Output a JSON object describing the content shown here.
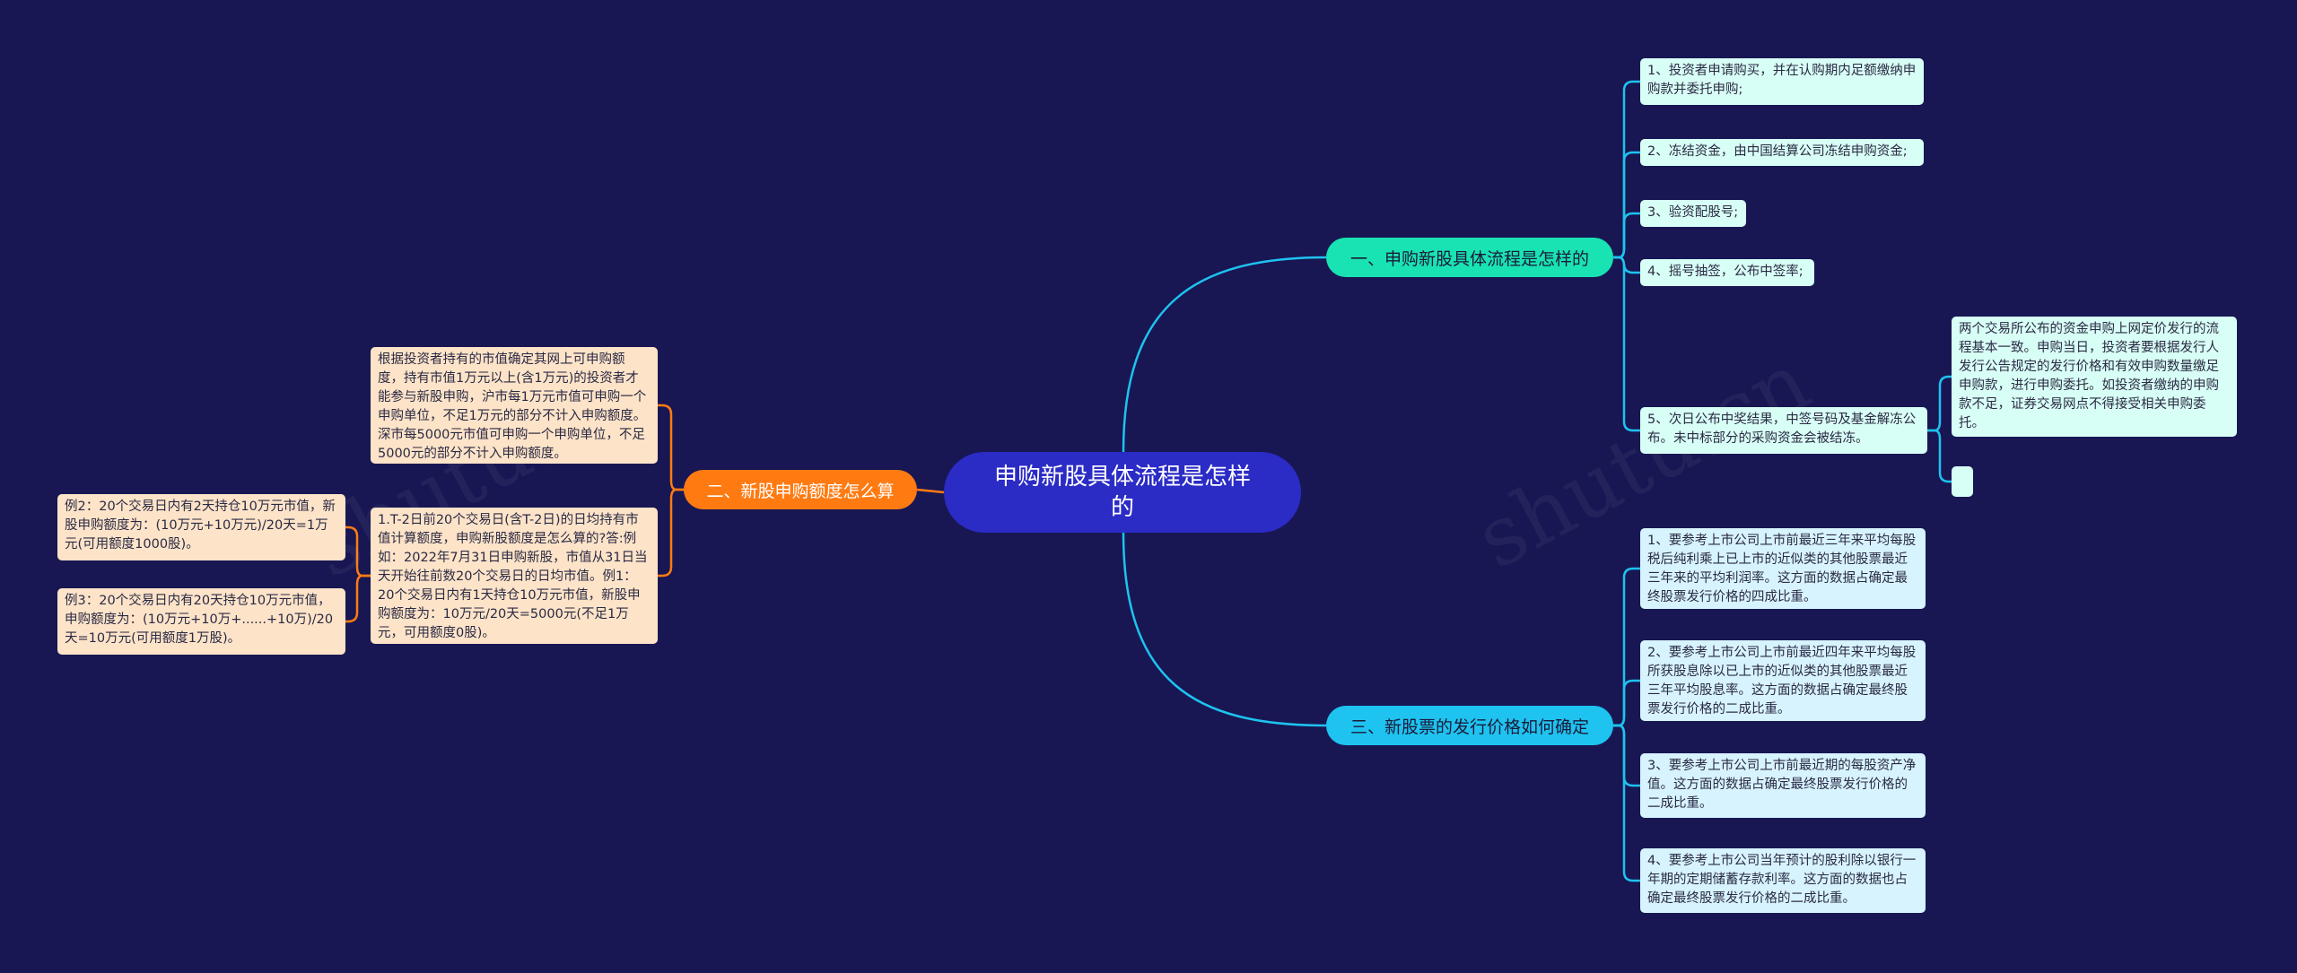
{
  "root": {
    "label": "申购新股具体流程是怎样的"
  },
  "branches": [
    {
      "label": "一、申购新股具体流程是怎样的",
      "children": [
        "1、投资者申请购买，并在认购期内足额缴纳申购款并委托申购;",
        "2、冻结资金，由中国结算公司冻结申购资金;",
        "3、验资配股号;",
        "4、摇号抽签，公布中签率;",
        "5、次日公布中奖结果，中签号码及基金解冻公布。未中标部分的采购资金会被结冻。"
      ],
      "sub_children": [
        "两个交易所公布的资金申购上网定价发行的流程基本一致。申购当日，投资者要根据发行人发行公告规定的发行价格和有效申购数量缴足申购款，进行申购委托。如投资者缴纳的申购款不足，证券交易网点不得接受相关申购委托。",
        ""
      ]
    },
    {
      "label": "二、新股申购额度怎么算",
      "children": [
        "根据投资者持有的市值确定其网上可申购额度，持有市值1万元以上(含1万元)的投资者才能参与新股申购，沪市每1万元市值可申购一个申购单位，不足1万元的部分不计入申购额度。深市每5000元市值可申购一个申购单位，不足5000元的部分不计入申购额度。",
        "1.T-2日前20个交易日(含T-2日)的日均持有市值计算额度，申购新股额度是怎么算的?答:例如：2022年7月31日申购新股，市值从31日当天开始往前数20个交易日的日均市值。例1：20个交易日内有1天持仓10万元市值，新股申购额度为：10万元/20天=5000元(不足1万元，可用额度0股)。"
      ],
      "sub_children": [
        "例2：20个交易日内有2天持仓10万元市值，新股申购额度为：(10万元+10万元)/20天=1万元(可用额度1000股)。",
        "例3：20个交易日内有20天持仓10万元市值，申购额度为：(10万元+10万+......+10万)/20天=10万元(可用额度1万股)。"
      ]
    },
    {
      "label": "三、新股票的发行价格如何确定",
      "children": [
        "1、要参考上市公司上市前最近三年来平均每股税后纯利乘上已上市的近似类的其他股票最近三年来的平均利润率。这方面的数据占确定最终股票发行价格的四成比重。",
        "2、要参考上市公司上市前最近四年来平均每股所获股息除以已上市的近似类的其他股票最近三年平均股息率。这方面的数据占确定最终股票发行价格的二成比重。",
        "3、要参考上市公司上市前最近期的每股资产净值。这方面的数据占确定最终股票发行价格的二成比重。",
        "4、要参考上市公司当年预计的股利除以银行一年期的定期储蓄存款利率。这方面的数据也占确定最终股票发行价格的二成比重。"
      ]
    }
  ],
  "colors": {
    "background": "#181753",
    "root": "#2b2bc6",
    "branch1": "#19e3b3",
    "branch2": "#ff7b12",
    "branch3": "#1ec3f0",
    "edge_cyan": "#1ec3f0",
    "edge_orange": "#ff7b12"
  }
}
